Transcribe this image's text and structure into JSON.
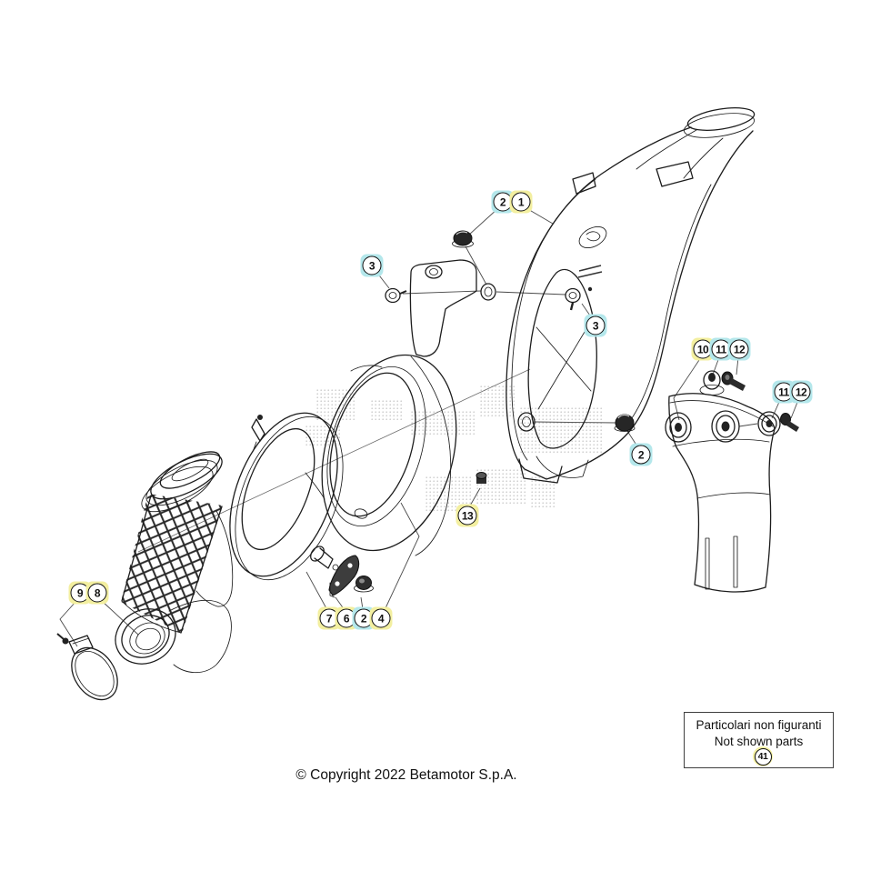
{
  "colors": {
    "highlight_yellow": "#f3efa0",
    "highlight_cyan": "#b4e7eb",
    "line": "#1c1c1c"
  },
  "callouts": [
    {
      "label": "2",
      "type": "cyan"
    },
    {
      "label": "1",
      "type": "yellow"
    },
    {
      "label": "3",
      "type": "cyan"
    },
    {
      "label": "3",
      "type": "cyan"
    },
    {
      "label": "10",
      "type": "yellow"
    },
    {
      "label": "11",
      "type": "cyan"
    },
    {
      "label": "12",
      "type": "cyan"
    },
    {
      "label": "11",
      "type": "cyan"
    },
    {
      "label": "12",
      "type": "cyan"
    },
    {
      "label": "2",
      "type": "cyan"
    },
    {
      "label": "13",
      "type": "yellow"
    },
    {
      "label": "9",
      "type": "yellow"
    },
    {
      "label": "8",
      "type": "yellow"
    },
    {
      "label": "7",
      "type": "yellow"
    },
    {
      "label": "6",
      "type": "yellow"
    },
    {
      "label": "2",
      "type": "cyan"
    },
    {
      "label": "4",
      "type": "yellow"
    }
  ],
  "note_box": {
    "line1": "Particolari non figuranti",
    "line2": "Not shown parts",
    "callout": {
      "label": "41",
      "type": "yellow"
    }
  },
  "footer": {
    "copyright": "© Copyright 2022 Betamotor S.p.A."
  }
}
